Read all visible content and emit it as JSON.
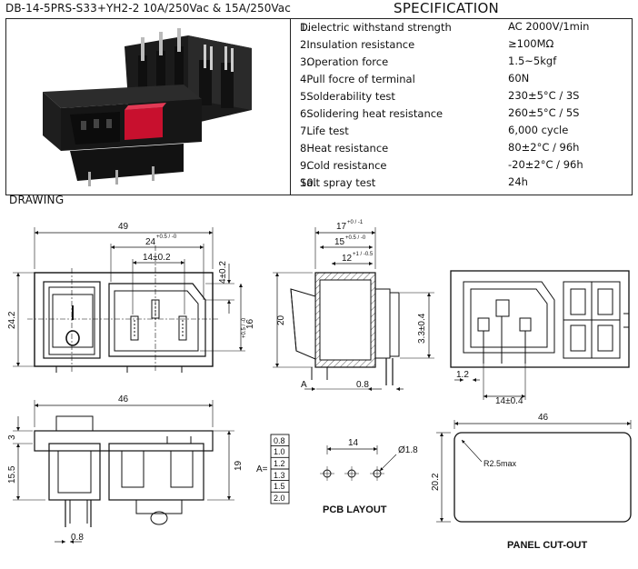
{
  "header": {
    "model": "DB-14-5PRS-S33+YH2-2  10A/250Vac & 15A/250Vac",
    "spec_title": "SPECIFICATION"
  },
  "specs": [
    {
      "num": "1.",
      "name": "Dielectric withstand strength",
      "value": "AC 2000V/1min"
    },
    {
      "num": "2.",
      "name": "Insulation resistance",
      "value": "≥100MΩ"
    },
    {
      "num": "3.",
      "name": "Operation force",
      "value": "1.5~5kgf"
    },
    {
      "num": "4.",
      "name": "Pull focre of terminal",
      "value": "60N"
    },
    {
      "num": "5.",
      "name": "Solderability test",
      "value": "230±5°C / 3S"
    },
    {
      "num": "6.",
      "name": "Solidering heat resistance",
      "value": "260±5°C / 5S"
    },
    {
      "num": "7.",
      "name": "Life test",
      "value": "6,000 cycle"
    },
    {
      "num": "8.",
      "name": "Heat resistance",
      "value": "80±2°C / 96h"
    },
    {
      "num": "9.",
      "name": "Cold resistance",
      "value": "-20±2°C / 96h"
    },
    {
      "num": "10.",
      "name": "Salt spray test",
      "value": "24h"
    }
  ],
  "drawing_label": "DRAWING",
  "dims": {
    "front_width": "49",
    "front_24": "24",
    "front_24_tol": "+0.5 / -0",
    "front_14": "14±0.2",
    "front_4": "4±0.2",
    "front_16": "16",
    "front_16_tol": "+0.5 / -0",
    "front_height": "24.2",
    "side_17": "17",
    "side_17_tol": "+0 / -1",
    "side_15": "15",
    "side_15_tol": "+0.5 / -0",
    "side_12": "12",
    "side_12_tol": "+1 / -0.5",
    "side_20": "20",
    "side_33": "3.3±0.4",
    "side_A": "A",
    "side_08": "0.8",
    "rear_12": "1.2",
    "rear_14": "14±0.4",
    "bottom_46": "46",
    "bottom_3": "3",
    "bottom_155": "15.5",
    "bottom_19": "19",
    "bottom_08": "0.8",
    "a_label": "A=",
    "a_values": [
      "0.8",
      "1.0",
      "1.2",
      "1.3",
      "1.5",
      "2.0"
    ],
    "pcb_14": "14",
    "pcb_hole": "Ø1.8",
    "pcb_label": "PCB LAYOUT",
    "cut_46": "46",
    "cut_202": "20.2",
    "cut_radius": "R2.5max",
    "cut_label": "PANEL CUT-OUT",
    "rocker_on": "I",
    "rocker_off": "O"
  }
}
